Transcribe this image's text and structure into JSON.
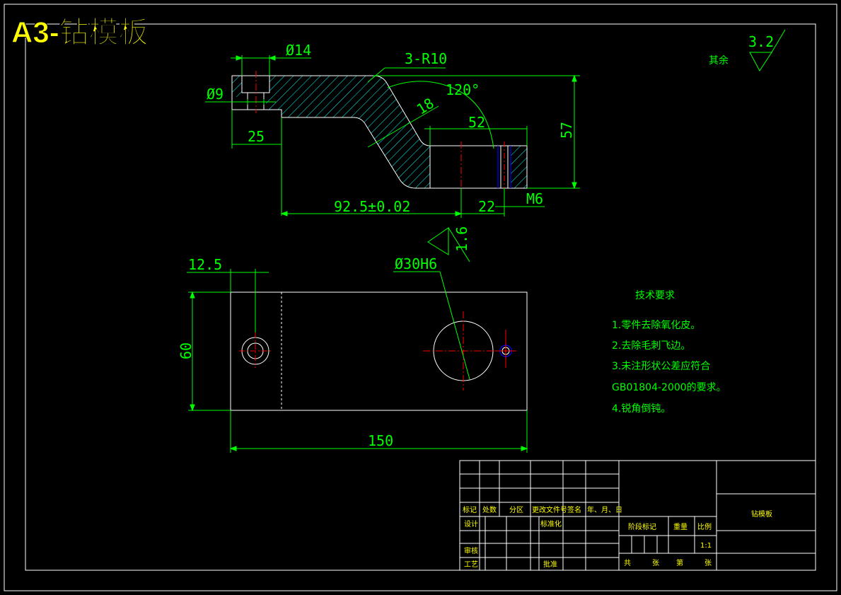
{
  "sheet_label": "A3-钻模板",
  "roughness": {
    "prefix": "其余",
    "default": "3.2",
    "local": "1.6"
  },
  "front_view": {
    "dims": {
      "d14": "Ø14",
      "d9": "Ø9",
      "r10": "3-R10",
      "a120": "120°",
      "t18": "18",
      "l52": "52",
      "h57": "57",
      "l25": "25",
      "l925": "92.5±0.02",
      "l22": "22",
      "m6": "M6"
    }
  },
  "top_view": {
    "dims": {
      "l125": "12.5",
      "d30": "Ø30H6",
      "h60": "60",
      "l150": "150"
    }
  },
  "tech_requirements": {
    "title": "技术要求",
    "items": [
      "1.零件去除氧化皮。",
      "2.去除毛刺飞边。",
      "3.未注形状公差应符合",
      "GB01804-2000的要求。",
      "4.锐角倒钝。"
    ]
  },
  "title_block": {
    "part_name": "钻模板",
    "headers": [
      "标记",
      "处数",
      "分区",
      "更改文件号",
      "签名",
      "年、月、日"
    ],
    "design": "设计",
    "standardization": "标准化",
    "review": "审核",
    "process": "工艺",
    "approve": "批准",
    "stage_mark": "阶段标记",
    "weight": "重量",
    "scale_label": "比例",
    "scale_value": "1:1",
    "total": "共",
    "sheets1": "张",
    "nth": "第",
    "sheets2": "张"
  },
  "colors": {
    "outline": "#ffffff",
    "dimension": "#00ff00",
    "hatch": "#00ffff",
    "centerline": "#ff0000",
    "thread": "#0000ff",
    "sheet_label": "#ffff00"
  }
}
